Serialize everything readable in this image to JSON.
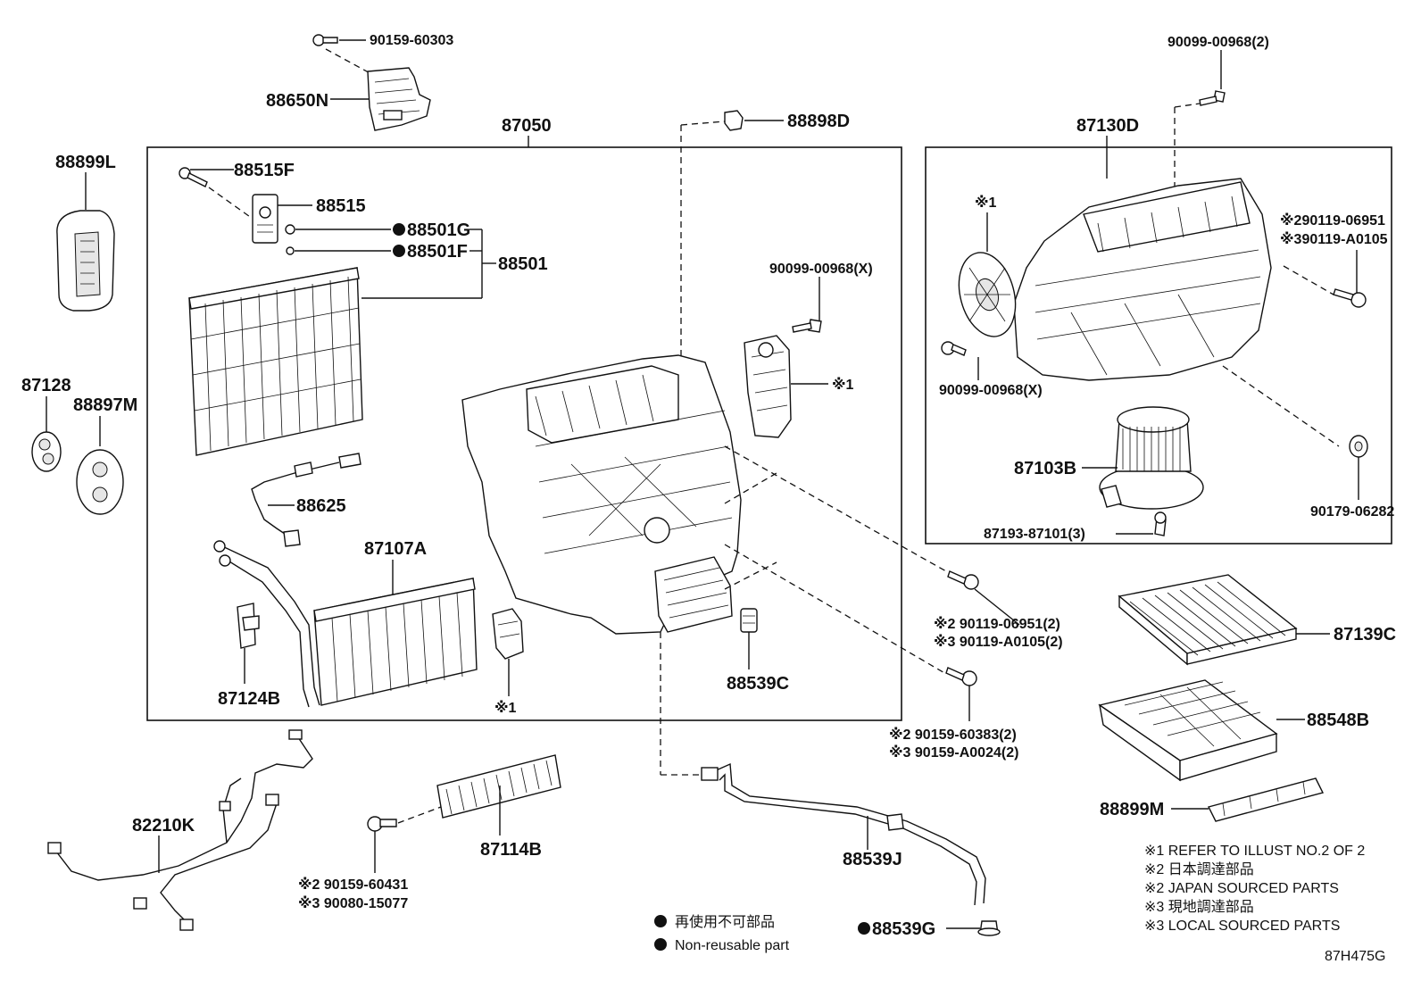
{
  "labels": {
    "p90159_60303": "90159-60303",
    "p88650N": "88650N",
    "p90099_00968_2": "90099-00968(2)",
    "p87050": "87050",
    "p88898D": "88898D",
    "p87130D": "87130D",
    "p88899L": "88899L",
    "p88515F": "88515F",
    "p88515": "88515",
    "p88501G": "88501G",
    "p88501F": "88501F",
    "p88501": "88501",
    "p90099_00968_X_a": "90099-00968(X)",
    "note1_a": "※1",
    "note1_b": "※1",
    "note1_c": "※1",
    "p87128": "87128",
    "p88897M": "88897M",
    "p88625": "88625",
    "p87107A": "87107A",
    "p87124B": "87124B",
    "p88539C": "88539C",
    "p90119_a_1": "※2 90119-06951(2)",
    "p90119_a_2": "※3 90119-A0105(2)",
    "p90159_60383": "※2 90159-60383(2)",
    "p90159_A0024": "※3 90159-A0024(2)",
    "p90119_b_1": "※290119-06951",
    "p90119_b_2": "※390119-A0105",
    "p90099_00968_X_b": "90099-00968(X)",
    "p87103B": "87103B",
    "p90179_06282": "90179-06282",
    "p87193_87101": "87193-87101(3)",
    "p87139C": "87139C",
    "p88548B": "88548B",
    "p88899M": "88899M",
    "p82210K": "82210K",
    "p87114B": "87114B",
    "p90159_60431": "※2 90159-60431",
    "p90080_15077": "※3 90080-15077",
    "p88539J": "88539J",
    "p88539G": "88539G"
  },
  "legend": {
    "jp": "再使用不可部品",
    "en": "Non-reusable part"
  },
  "notes": [
    "※1 REFER TO ILLUST NO.2 OF 2",
    "※2 日本調達部品",
    "※2 JAPAN SOURCED PARTS",
    "※3 現地調達部品",
    "※3 LOCAL SOURCED PARTS"
  ],
  "illustration_id": "87H475G"
}
